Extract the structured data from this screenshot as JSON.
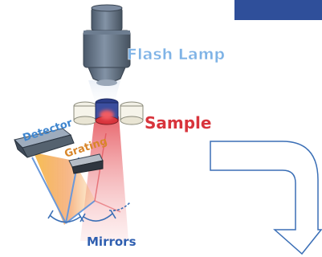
{
  "labels": {
    "flash_lamp": "Flash Lamp",
    "sample": "Sample",
    "detector": "Detector",
    "grating": "Grating",
    "mirrors": "Mirrors"
  },
  "colors": {
    "lamp_body": "#5f6f82",
    "lamp_label": "#7fb3e6",
    "sample_label": "#d8343c",
    "detector_label": "#3f86cf",
    "grating_label": "#d8862a",
    "mirrors_label": "#2f5fb0",
    "sample_beam": "#e04a52",
    "spectrum_orange": "#f2a230",
    "blue_beam": "#5b8fd6",
    "corner_box": "#2f4f9a",
    "arrow_stroke": "#3b6fb6"
  },
  "icons": {
    "flash_lamp": "flash-lamp-icon",
    "cuvettes": "cuvette-icon",
    "detector": "detector-icon",
    "grating": "grating-icon",
    "mirrors": "mirror-icon",
    "arrow": "bent-arrow-icon"
  }
}
